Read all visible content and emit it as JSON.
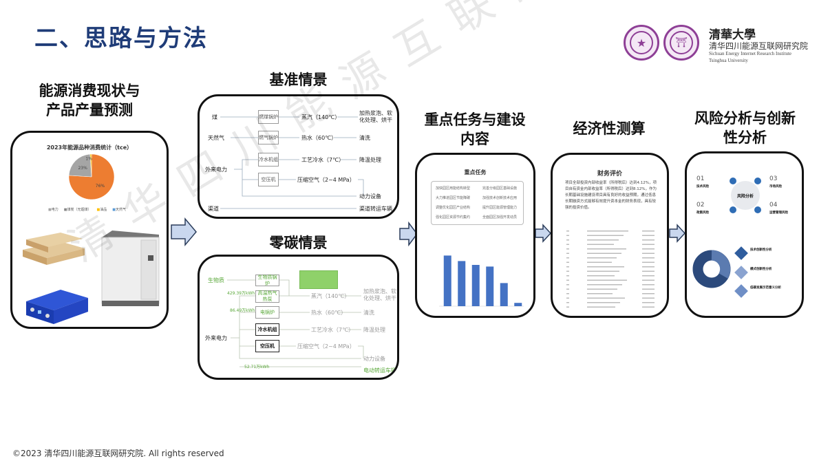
{
  "title": "二、思路与方法",
  "logo": {
    "calligraphy": "清華大學",
    "name_cn": "清华四川能源互联网研究院",
    "name_en_1": "Sichuan Energy Internet Research Institute",
    "name_en_2": "Tsinghua University"
  },
  "watermark": "清华四川能源互联网研究院",
  "footer": "©2023 清华四川能源互联网研究院. All rights reserved",
  "colors": {
    "title": "#1f3c78",
    "arrow_fill": "#c9d7ee",
    "pie_orange": "#ed7d31",
    "pie_gray": "#a5a5a5",
    "bar_blue": "#4472c4",
    "green_box": "#8fd16a",
    "green_text": "#5aa83a"
  },
  "columns": [
    {
      "heading_1": "能源消费现状与",
      "heading_2": "产品产量预测"
    },
    {
      "heading_top": "基准情景",
      "heading_bottom": "零碳情景"
    },
    {
      "heading_1": "重点任务与建设",
      "heading_2": "内容"
    },
    {
      "heading_1": "经济性测算"
    },
    {
      "heading_1": "风险分析与创新",
      "heading_2": "性分析"
    }
  ],
  "chart_data": {
    "type": "pie",
    "title": "2023年能源品种消费统计（tce）",
    "slices": [
      {
        "label": "76%",
        "value": 76,
        "color": "#ed7d31"
      },
      {
        "label": "23%",
        "value": 23,
        "color": "#a5a5a5"
      },
      {
        "label": "1%",
        "value": 1,
        "color": "#ffc000"
      }
    ],
    "legend": [
      "电力",
      "煤炭（无烟煤）",
      "油品",
      "天然气"
    ]
  },
  "baseline": {
    "sources": [
      "煤",
      "天然气",
      "外来电力",
      "渠道"
    ],
    "equipment": [
      "燃煤锅炉",
      "燃气锅炉",
      "冷水机组",
      "空压机"
    ],
    "media": [
      "蒸汽（140℃）",
      "热水（60℃）",
      "工艺冷水（7℃）",
      "压缩空气（2~4 MPa）"
    ],
    "uses": [
      "加热浆泡、软化处理、烘干",
      "清洗",
      "降温处理",
      "动力设备",
      "渠道转运车辆"
    ]
  },
  "zero_carbon": {
    "sources": [
      "生物质",
      "外来电力"
    ],
    "equipment": [
      "生物质锅炉",
      "高温热气热泵",
      "电锅炉",
      "冷水机组",
      "空压机"
    ],
    "energy_labels": [
      "429.39万kWh",
      "86.49万kWh",
      "52.71万kWh"
    ],
    "media": [
      "蒸汽（140℃）",
      "热水（60℃）",
      "工艺冷水（7℃）",
      "压缩空气（2~4 MPa）"
    ],
    "uses": [
      "加热浆泡、软化处理、烘干",
      "清洗",
      "降温处理",
      "动力设备",
      "电动转运车辆"
    ]
  },
  "tasks": {
    "title": "重点任务",
    "items": [
      "加快园区用能结构转型",
      "完善分级园区基础设施",
      "大力推进园区节能降碳",
      "加强技术创新技术应用",
      "调整优化园区产业结构",
      "提升园区能源管理能力",
      "强化园区资源节约集约",
      "全面园区加强开发动员"
    ],
    "bar_values": [
      0.92,
      0.82,
      0.75,
      0.72,
      0.42,
      0.06
    ]
  },
  "finance": {
    "title": "财务评价",
    "text": "项目全部投资内部收益率（所得税后）达到4.12%，项目自有资金内部收益率（所得税后）达到8.12%，作为长期基础设施建设项目具有良好的收益预期，通过低息长期融资方式能够有效提升资本金的财务表现，具有较强的投资价值。"
  },
  "risk": {
    "center": "风险分析",
    "items": [
      {
        "num": "01",
        "label": "技术风险"
      },
      {
        "num": "02",
        "label": "政策风险"
      },
      {
        "num": "03",
        "label": "市场风险"
      },
      {
        "num": "04",
        "label": "运营管理风险"
      }
    ],
    "innovations": [
      "技术创新性分析",
      "模式创新性分析",
      "低碳发展示范意义分析"
    ]
  }
}
